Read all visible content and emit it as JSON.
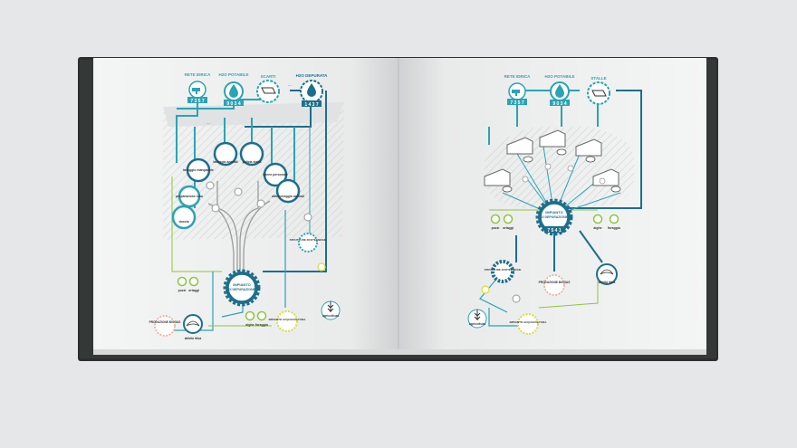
{
  "colors": {
    "background": "#e6e7e8",
    "cover": "#2b2f2e",
    "page": "#f4f5f5",
    "teal": "#2aa3b5",
    "navy": "#1d6f8c",
    "green": "#8cc63f",
    "yellow": "#d8de3a",
    "salmon": "#f0a58f"
  },
  "left_page": {
    "top_nodes": [
      {
        "label": "RETE IDRICA",
        "badge": "7 3 5 7"
      },
      {
        "label": "H2O POTABILE",
        "badge": "9 0 3 4"
      },
      {
        "label": "SCARTI",
        "badge": ""
      },
      {
        "label": "H2O DEPURATA",
        "badge": "1 4 3 7"
      }
    ],
    "uses": [
      "lavaggio mangiatoie",
      "lavaggio animali",
      "pulizia stalla",
      "igiene personale",
      "abbeveraggio animali",
      "preparazione cibo",
      "doccia"
    ],
    "plant": {
      "title": "IMPIANTO",
      "subtitle": "DI DEPURAZIONE"
    },
    "outputs": [
      "pozzi",
      "ortaggi",
      "alghe",
      "foraggio"
    ],
    "aux": [
      "PRODUZIONE BIOGAS",
      "attività ittica",
      "STRUTTURE ZOOTECNICHE",
      "IMPIANTO ACQUACOLTURA"
    ],
    "agri_label": "agricoltura"
  },
  "right_page": {
    "top_nodes": [
      {
        "label": "RETE IDRICA",
        "badge": "7 3 5 7"
      },
      {
        "label": "H2O POTABILE",
        "badge": "9 0 3 4"
      },
      {
        "label": "STALLE",
        "badge": ""
      }
    ],
    "plant": {
      "title": "IMPIANTO",
      "subtitle": "DI DEPURAZIONE",
      "badge": "7 5 4 1"
    },
    "outputs": [
      "pozzi",
      "ortaggi",
      "alghe",
      "foraggio"
    ],
    "aux": [
      "STRUTTURE ZOOTECNICHE",
      "PRODUZIONE BIOGAS",
      "attività ittica",
      "IMPIANTO ACQUACOLTURA"
    ],
    "agri_label": "agricoltura"
  }
}
